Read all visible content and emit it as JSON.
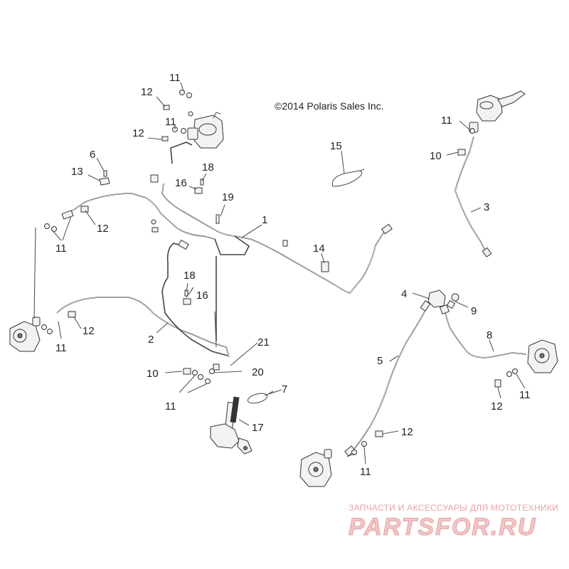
{
  "copyright": "©2014 Polaris Sales Inc.",
  "watermark": {
    "tagline": "ЗАПЧАСТИ И АКСЕССУАРЫ ДЛЯ МОТОТЕХНИКИ",
    "brand": "PARTSFOR.RU"
  },
  "callouts": {
    "c1": "1",
    "c2": "2",
    "c3": "3",
    "c4": "4",
    "c5": "5",
    "c6": "6",
    "c7": "7",
    "c8": "8",
    "c9": "9",
    "c10a": "10",
    "c10b": "10",
    "c11a": "11",
    "c11b": "11",
    "c11c": "11",
    "c11d": "11",
    "c11e": "11",
    "c11f": "11",
    "c11g": "11",
    "c11h": "11",
    "c12a": "12",
    "c12b": "12",
    "c12c": "12",
    "c12d": "12",
    "c12e": "12",
    "c12f": "12",
    "c13": "13",
    "c14": "14",
    "c15": "15",
    "c16a": "16",
    "c16b": "16",
    "c17": "17",
    "c18a": "18",
    "c18b": "18",
    "c19": "19",
    "c20": "20",
    "c21": "21"
  },
  "colors": {
    "ink": "#333333",
    "watermark": "#e3a0a3"
  }
}
